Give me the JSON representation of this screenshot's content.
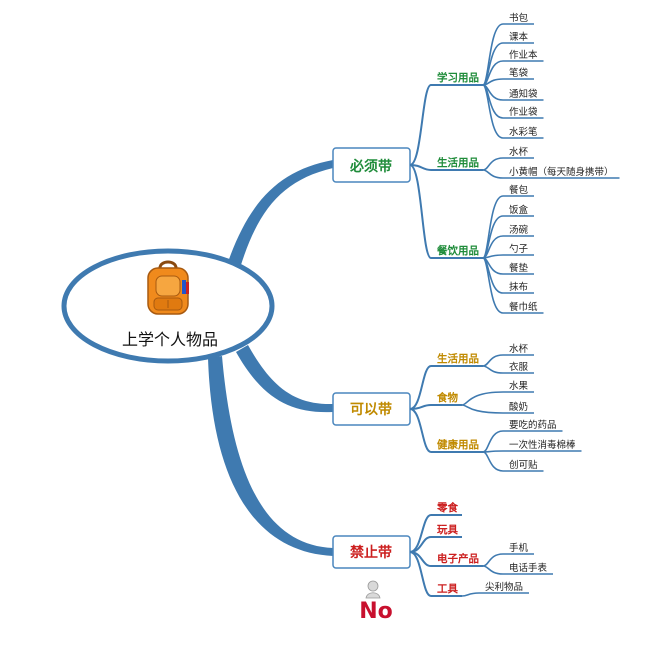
{
  "center": {
    "title": "上学个人物品",
    "icon": "backpack-icon"
  },
  "colors": {
    "branch": "#3f7ab0",
    "node_border": "#4a86bd",
    "must": "#1f8c3a",
    "can": "#c08a00",
    "forbidden": "#cc1f1f",
    "no_stamp": "#c8102e"
  },
  "branches": [
    {
      "label": "必须带",
      "groups": [
        {
          "label": "学习用品",
          "items": [
            "书包",
            "课本",
            "作业本",
            "笔袋",
            "通知袋",
            "作业袋",
            "水彩笔"
          ]
        },
        {
          "label": "生活用品",
          "items": [
            "水杯",
            "小黄帽（每天随身携带）"
          ]
        },
        {
          "label": "餐饮用品",
          "items": [
            "餐包",
            "饭盒",
            "汤碗",
            "勺子",
            "餐垫",
            "抹布",
            "餐巾纸"
          ]
        }
      ]
    },
    {
      "label": "可以带",
      "groups": [
        {
          "label": "生活用品",
          "items": [
            "水杯",
            "衣服"
          ]
        },
        {
          "label": "食物",
          "items": [
            "水果",
            "酸奶"
          ]
        },
        {
          "label": "健康用品",
          "items": [
            "要吃的药品",
            "一次性消毒棉棒",
            "创可贴"
          ]
        }
      ]
    },
    {
      "label": "禁止带",
      "groups": [
        {
          "label": "零食",
          "items": []
        },
        {
          "label": "玩具",
          "items": []
        },
        {
          "label": "电子产品",
          "items": [
            "手机",
            "电话手表"
          ]
        },
        {
          "label": "工具",
          "items": [
            "尖利物品"
          ]
        }
      ]
    }
  ],
  "stamp": {
    "text": "No"
  }
}
